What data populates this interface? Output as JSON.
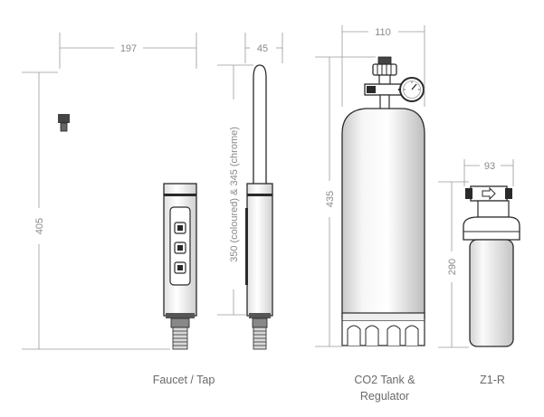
{
  "dimensions": {
    "faucet_width": "197",
    "faucet_depth": "45",
    "faucet_height": "405",
    "faucet_body_height": "350 (coloured) & 345 (chrome)",
    "tank_width": "110",
    "tank_height": "435",
    "filter_width": "93",
    "filter_height": "290"
  },
  "captions": {
    "faucet": "Faucet / Tap",
    "tank_line1": "CO2 Tank &",
    "tank_line2": "Regulator",
    "filter": "Z1-R"
  },
  "colors": {
    "outline": "#2a2a2a",
    "dimension_line": "#9a9a9a",
    "dimension_text": "#8a8a8a",
    "caption_text": "#6a6a6a"
  }
}
